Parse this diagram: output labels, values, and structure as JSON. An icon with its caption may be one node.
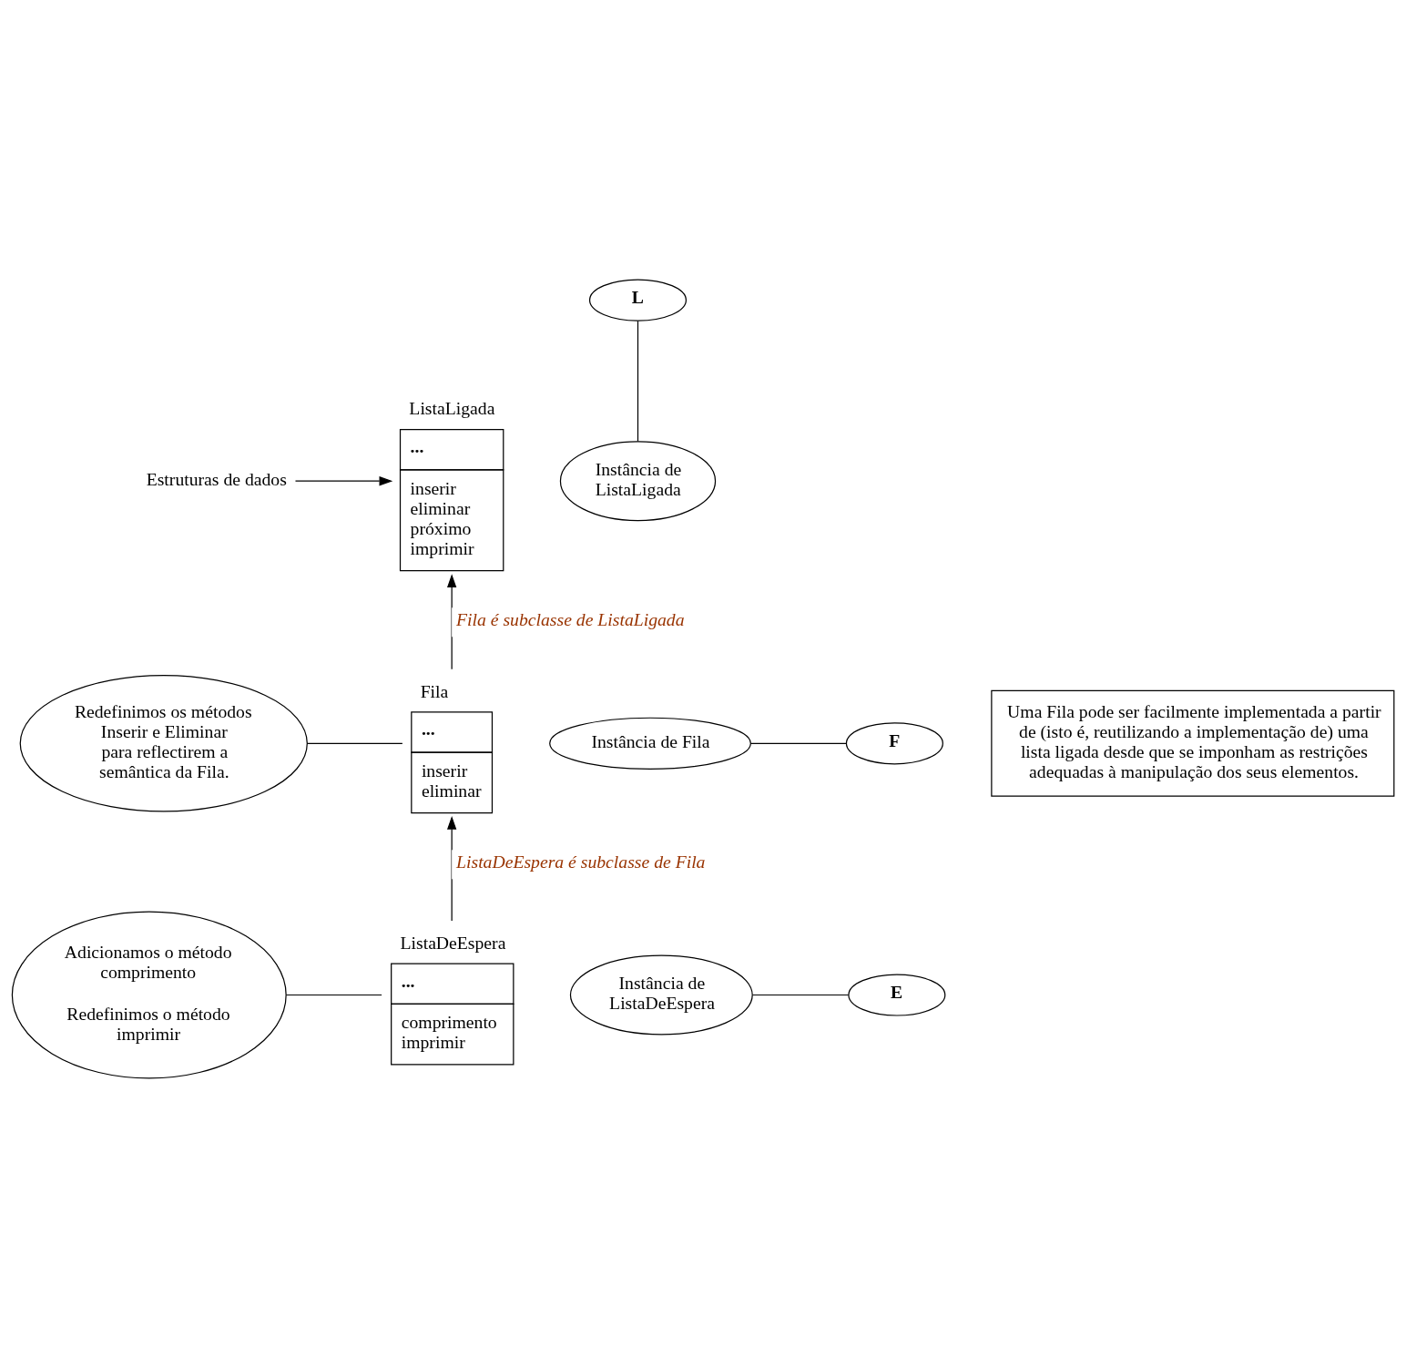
{
  "diagram": {
    "nodes": [
      {
        "text": [
          "ListaLigada",
          "...",
          "inserir eliminar próximo imprimir"
        ]
      },
      {
        "text": [
          "Fila",
          "...",
          "inserir eliminar"
        ]
      },
      {
        "text": [
          "ListaDeEspera",
          "...",
          "comprimento imprimir"
        ]
      },
      {
        "text": [
          "Estruturas de dados"
        ]
      },
      {
        "text": [
          "L"
        ]
      },
      {
        "text": [
          "Instância de ListaLigada"
        ]
      },
      {
        "text": [
          "F"
        ]
      },
      {
        "text": [
          "Instância de Fila"
        ]
      },
      {
        "text": [
          "E"
        ]
      },
      {
        "text": [
          "Instância de ListaDeEspera"
        ]
      },
      {
        "text": [
          "Redefinimos os métodos Inserir e Eliminar para reflectirem a semântica da Fila."
        ]
      },
      {
        "text": [
          "Adicionamos o método comprimento",
          "Redefinimos o método imprimir"
        ]
      },
      {
        "text": [
          "Uma Fila pode ser facilmente implementada a partir de (isto é, reutilizando a implementação de) uma lista ligada desde que se imponham as restrições adequadas à manipulação dos seus elementos."
        ]
      }
    ],
    "edges": [
      {
        "from": 3,
        "to": 0,
        "arrow": "to"
      },
      {
        "from": 5,
        "to": 4,
        "arrow": "none"
      },
      {
        "from": 1,
        "to": 0,
        "arrow": "to",
        "label": "Fila é subclasse de ListaLigada"
      },
      {
        "from": 10,
        "to": 1,
        "arrow": "none"
      },
      {
        "from": 7,
        "to": 6,
        "arrow": "none"
      },
      {
        "from": 2,
        "to": 1,
        "arrow": "to",
        "label": "ListaDeEspera é subclasse de Fila"
      },
      {
        "from": 11,
        "to": 2,
        "arrow": "none"
      },
      {
        "from": 9,
        "to": 8,
        "arrow": "none"
      }
    ]
  }
}
